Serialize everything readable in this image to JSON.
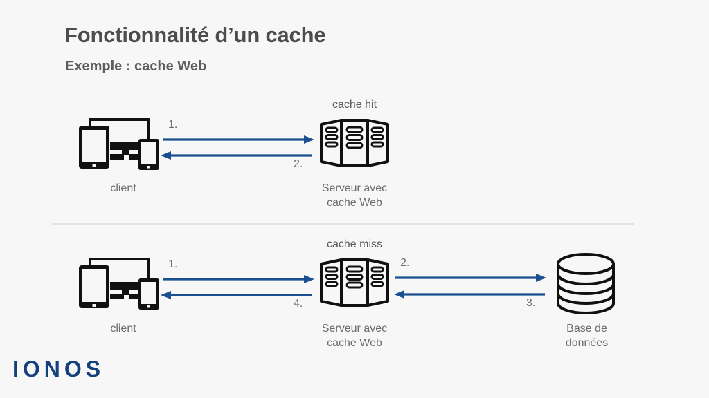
{
  "slide": {
    "background_color": "#f7f7f7",
    "title": "Fonctionnalité d’un cache",
    "subtitle": "Exemple : cache Web",
    "accent_color": "#14417e",
    "arrow_color": "#1a5091",
    "icon_color": "#111111",
    "label_color": "#6c6c70"
  },
  "logo": {
    "text": "IONOS"
  },
  "scenarios": [
    {
      "id": "cache-hit",
      "state_label": "cache hit",
      "nodes": [
        {
          "id": "client",
          "icon": "client-devices-icon",
          "label": "client"
        },
        {
          "id": "web-cache-server",
          "icon": "server-rack-icon",
          "label": "Serveur avec\ncache Web"
        }
      ],
      "arrows": [
        {
          "id": "step-1",
          "number": "1.",
          "direction": "right",
          "from": "client",
          "to": "web-cache-server"
        },
        {
          "id": "step-2",
          "number": "2.",
          "direction": "left",
          "from": "web-cache-server",
          "to": "client"
        }
      ]
    },
    {
      "id": "cache-miss",
      "state_label": "cache miss",
      "nodes": [
        {
          "id": "client",
          "icon": "client-devices-icon",
          "label": "client"
        },
        {
          "id": "web-cache-server",
          "icon": "server-rack-icon",
          "label": "Serveur avec\ncache Web"
        },
        {
          "id": "database",
          "icon": "database-cylinder-icon",
          "label": "Base de\ndonnées"
        }
      ],
      "arrows": [
        {
          "id": "step-1",
          "number": "1.",
          "direction": "right",
          "from": "client",
          "to": "web-cache-server"
        },
        {
          "id": "step-2",
          "number": "2.",
          "direction": "right",
          "from": "web-cache-server",
          "to": "database"
        },
        {
          "id": "step-3",
          "number": "3.",
          "direction": "left",
          "from": "database",
          "to": "web-cache-server"
        },
        {
          "id": "step-4",
          "number": "4.",
          "direction": "left",
          "from": "web-cache-server",
          "to": "client"
        }
      ]
    }
  ]
}
